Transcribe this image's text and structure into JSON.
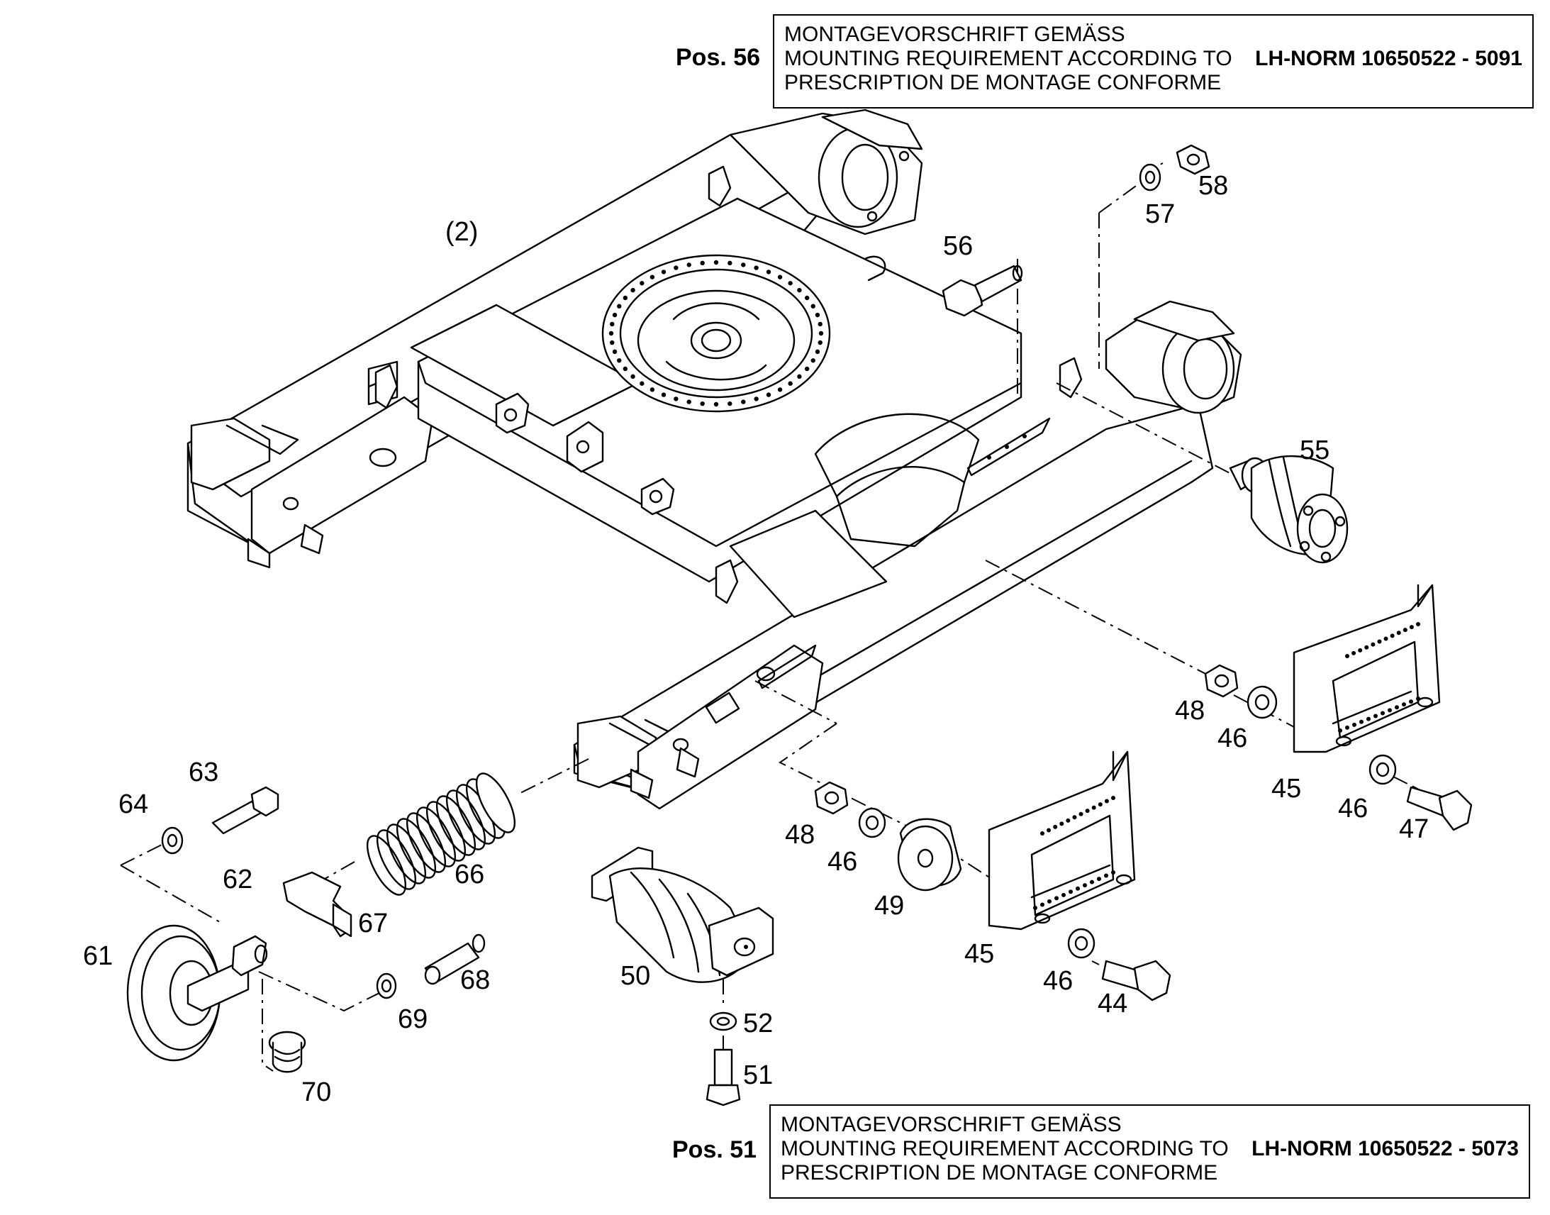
{
  "notes": {
    "top": {
      "pos_label": "Pos. 56",
      "lines": [
        "MONTAGEVORSCHRIFT GEMÄSS",
        "MOUNTING REQUIREMENT ACCORDING TO",
        "PRESCRIPTION DE MONTAGE CONFORME"
      ],
      "norm": "LH-NORM 10650522 - 5091"
    },
    "bottom": {
      "pos_label": "Pos. 51",
      "lines": [
        "MONTAGEVORSCHRIFT GEMÄSS",
        "MOUNTING REQUIREMENT ACCORDING TO",
        "PRESCRIPTION DE MONTAGE CONFORME"
      ],
      "norm": "LH-NORM 10650522 - 5073"
    }
  },
  "callouts": {
    "frame": "(2)",
    "c44": "44",
    "c45a": "45",
    "c45b": "45",
    "c46a": "46",
    "c46b": "46",
    "c46c": "46",
    "c46d": "46",
    "c47": "47",
    "c48a": "48",
    "c48b": "48",
    "c49": "49",
    "c50": "50",
    "c51": "51",
    "c52": "52",
    "c55": "55",
    "c56": "56",
    "c57": "57",
    "c58": "58",
    "c61": "61",
    "c62": "62",
    "c63": "63",
    "c64": "64",
    "c66": "66",
    "c67": "67",
    "c68": "68",
    "c69": "69",
    "c70": "70"
  }
}
